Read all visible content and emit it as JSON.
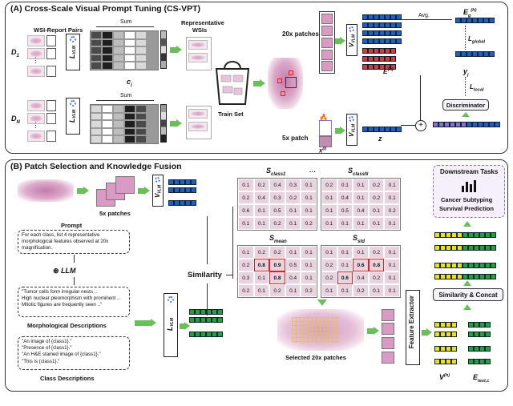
{
  "colors": {
    "token_blue": "#1f5fbf",
    "token_red": "#d43a3a",
    "token_green": "#1ea33a",
    "token_yellow": "#f1e300",
    "token_purple": "#8a6fd0",
    "arrow_green": "#6bbf5a",
    "highlight_red": "#e02020"
  },
  "panel_a": {
    "title": "(A) Cross-Scale Visual Prompt Tuning (CS-VPT)",
    "wsi_pairs": "WSI-Report Pairs",
    "d1": "D",
    "d1_sub": "1",
    "dn": "D",
    "dn_sub": "N",
    "sum1": "Sum",
    "sum2": "Sum",
    "ci": "c",
    "ci_sub": "i",
    "rep_wsis": "Representative WSIs",
    "train_set": "Train Set",
    "patches_20x": "20x patches",
    "patch_5x": "5x patch",
    "xl": "x",
    "xl_sup": "(l)",
    "z": "z",
    "eh": "E",
    "eh_sup": "(h)",
    "avg": "Avg.",
    "eg": "E",
    "eg_sub": "g",
    "eg_sup": "(h)",
    "l_global": "L",
    "l_global_sub": "global",
    "yj": "y",
    "yj_sub": "j",
    "l_local": "L",
    "l_local_sub": "local",
    "discriminator": "Discriminator",
    "lvlm": "L",
    "lvlm_sub": "VLM",
    "vvlm": "V",
    "vvlm_sub": "VLM",
    "plus": "+"
  },
  "panel_b": {
    "title": "(B) Patch Selection and Knowledge Fusion",
    "patches_5x": "5x patches",
    "prompt_label": "Prompt",
    "prompt_text": "For each class, list 4 representative morphological features observed at 20x magnification.",
    "llm": "LLM",
    "morph_text_1": "\"Tumor cells form irregular nests ..",
    "morph_text_2": "High nuclear pleomorphism with prominent ..",
    "morph_text_3": "Mitotic figures are frequently seen ..\"",
    "morph_label": "Morphological Descriptions",
    "class_text_1": "\"An image of {class1}.\"",
    "class_text_2": "\"Presence of {class1}.\"",
    "class_text_3": "\"An H&E stained image of {class1}.\"",
    "class_text_4": "\"This is {class1}.\"",
    "class_label": "Class Descriptions",
    "similarity": "Similarity",
    "s_class1": "S",
    "s_class1_sub": "class1",
    "s_classN": "S",
    "s_classN_sub": "classN",
    "ellipsis": "···",
    "s_mean": "S",
    "s_mean_sub": "mean",
    "s_std": "S",
    "s_std_sub": "std",
    "selected": "Selected 20x patches",
    "feature_extractor": "Feature Extractor",
    "downstream_title": "Downstream Tasks",
    "downstream_1": "Cancer Subtyping",
    "downstream_2": "Survival Prediction",
    "sim_concat": "Similarity & Concat",
    "vh": "V",
    "vh_sup": "(h)",
    "etext": "E",
    "etext_sub": "text,c",
    "grid_class1": [
      [
        "0.1",
        "0.2",
        "0.4",
        "0.3",
        "0.1"
      ],
      [
        "0.2",
        "0.4",
        "0.3",
        "0.2",
        "0.1"
      ],
      [
        "0.6",
        "0.1",
        "0.5",
        "0.1",
        "0.1"
      ],
      [
        "0.1",
        "0.1",
        "0.2",
        "0.1",
        "0.2"
      ]
    ],
    "grid_classN": [
      [
        "0.2",
        "0.1",
        "0.1",
        "0.2",
        "0.1"
      ],
      [
        "0.1",
        "0.4",
        "0.1",
        "0.2",
        "0.1"
      ],
      [
        "0.1",
        "0.5",
        "0.4",
        "0.1",
        "0.2"
      ],
      [
        "0.1",
        "0.1",
        "0.1",
        "0.1",
        "0.1"
      ]
    ],
    "grid_mean": [
      [
        "0.1",
        "0.2",
        "0.2",
        "0.1",
        "0.1"
      ],
      [
        "0.2",
        "0.8",
        "0.9",
        "0.5",
        "0.1"
      ],
      [
        "0.3",
        "0.1",
        "0.8",
        "0.4",
        "0.1"
      ],
      [
        "0.2",
        "0.1",
        "0.2",
        "0.1",
        "0.2"
      ]
    ],
    "grid_std": [
      [
        "0.1",
        "0.1",
        "0.1",
        "0.2",
        "0.1"
      ],
      [
        "0.2",
        "0.1",
        "0.6",
        "0.8",
        "0.1"
      ],
      [
        "0.2",
        "0.6",
        "0.4",
        "0.2",
        "0.1"
      ],
      [
        "0.1",
        "0.1",
        "0.2",
        "0.1",
        "0.1"
      ]
    ]
  }
}
